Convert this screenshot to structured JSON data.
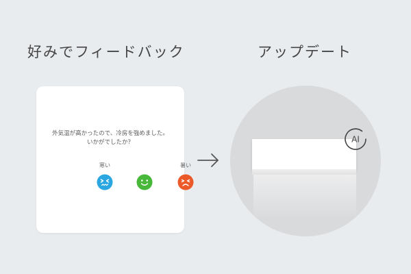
{
  "headings": {
    "left": "好みでフィードバック",
    "right": "アップデート"
  },
  "feedback_card": {
    "question_line1": "外気温が高かったので、冷房を強めました。",
    "question_line2": "いかがでしたか？",
    "options": [
      {
        "label": "寒い",
        "icon": "cold-face-icon",
        "color": "#2aa6e0"
      },
      {
        "label": "",
        "icon": "smile-face-icon",
        "color": "#48b83a"
      },
      {
        "label": "暑い",
        "icon": "hot-face-icon",
        "color": "#ec5a2a"
      }
    ]
  },
  "ai_badge": {
    "text": "AI"
  },
  "icons": {
    "arrow": "arrow-right-icon",
    "air_conditioner": "air-conditioner-icon"
  }
}
